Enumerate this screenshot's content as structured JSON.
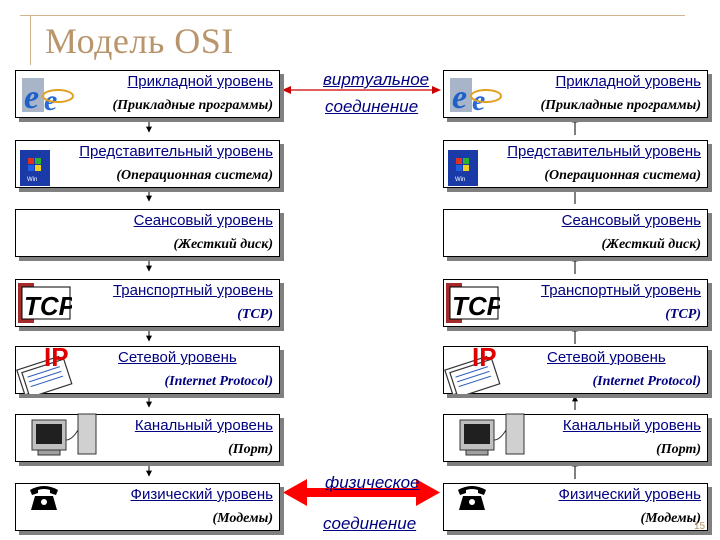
{
  "title": "Модель OSI",
  "layers": [
    {
      "name": "Прикладной уровень",
      "sub": "(Прикладные программы)"
    },
    {
      "name": "Представительный уровень",
      "sub": "(Операционная система)"
    },
    {
      "name": "Сеансовый уровень",
      "sub": "(Жесткий диск)"
    },
    {
      "name": "Транспортный уровень",
      "sub": "(TCP)"
    },
    {
      "name": "Сетевой уровень",
      "sub": "(Internet Protocol)"
    },
    {
      "name": "Канальный уровень",
      "sub": "(Порт)"
    },
    {
      "name": "Физический уровень",
      "sub": "(Модемы)"
    }
  ],
  "virtual_connection": {
    "line1": "виртуальное",
    "line2": "соединение"
  },
  "physical_connection": {
    "line1": "физическое",
    "line2": "соединение"
  },
  "icons": [
    "ie-logo-icon",
    "windows-logo-icon",
    "tcp-logo-icon",
    "ip-documents-icon",
    "computer-port-icon",
    "telephone-icon"
  ],
  "page_number": "15",
  "colors": {
    "accent": "#b8956c",
    "text_navy": "#000080",
    "arrow_red": "#ff0000"
  }
}
